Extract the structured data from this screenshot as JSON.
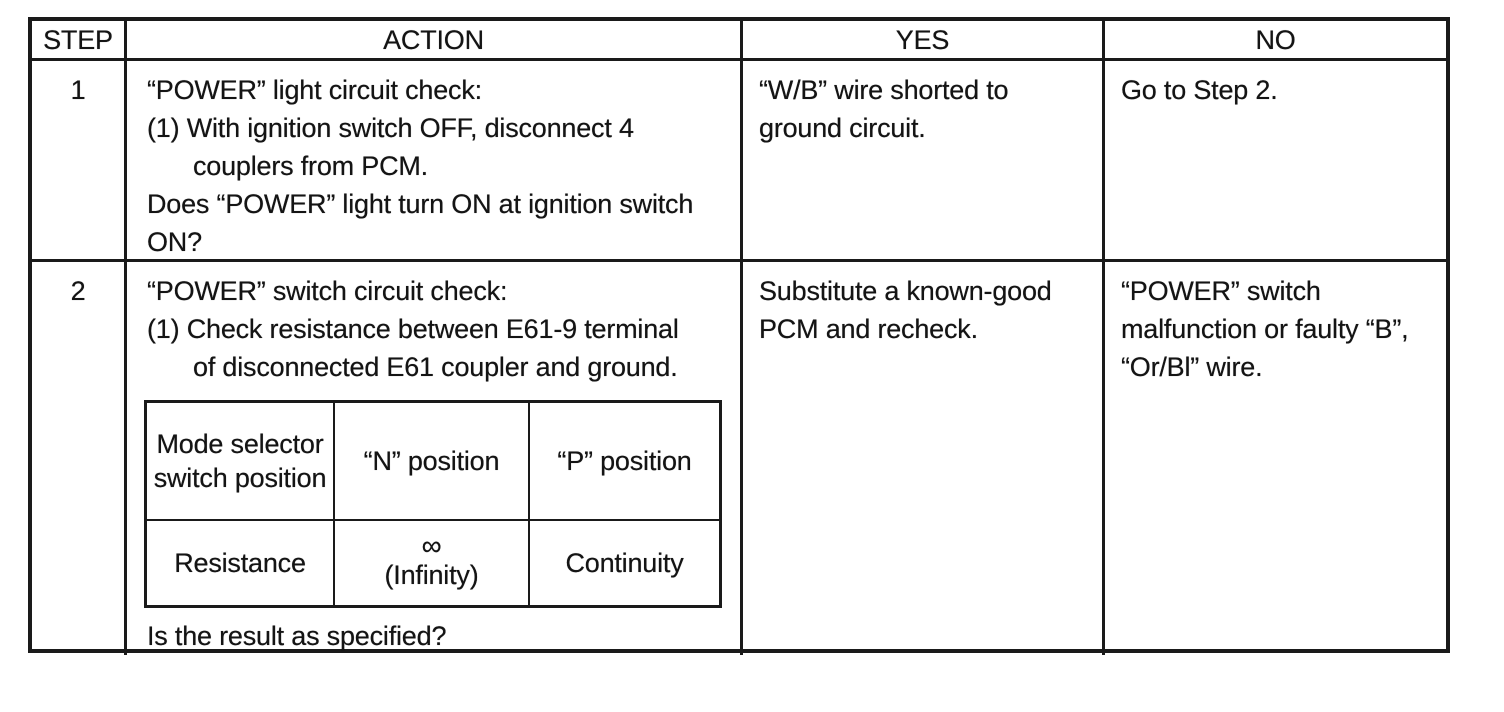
{
  "colors": {
    "ink": "#1a1a1a",
    "paper": "#ffffff"
  },
  "header": {
    "step": "STEP",
    "action": "ACTION",
    "yes": "YES",
    "no": "NO"
  },
  "steps": [
    {
      "step": "1",
      "action": {
        "lines": [
          "“POWER” light circuit check:",
          "(1) With ignition switch OFF, disconnect 4",
          "couplers from PCM.",
          "Does “POWER” light turn ON at ignition switch",
          "ON?"
        ]
      },
      "yes": {
        "lines": [
          "“W/B” wire shorted to",
          "ground circuit."
        ]
      },
      "no": {
        "lines": [
          "Go to Step 2."
        ]
      }
    },
    {
      "step": "2",
      "action": {
        "lines": [
          "“POWER” switch circuit check:",
          "(1) Check resistance between E61-9 terminal",
          "of disconnected E61 coupler and ground."
        ],
        "result_table": {
          "col_headers": [
            "Mode selector switch position",
            "“N” position",
            "“P” position"
          ],
          "row_label": "Resistance",
          "n_value_symbol": "∞",
          "n_value_text": "(Infinity)",
          "p_value": "Continuity"
        },
        "closing_question": "Is the result as specified?"
      },
      "yes": {
        "lines": [
          "Substitute a known-good",
          "PCM and recheck."
        ]
      },
      "no": {
        "lines": [
          "“POWER” switch",
          "malfunction or faulty “B”,",
          "“Or/Bl” wire."
        ]
      }
    }
  ]
}
